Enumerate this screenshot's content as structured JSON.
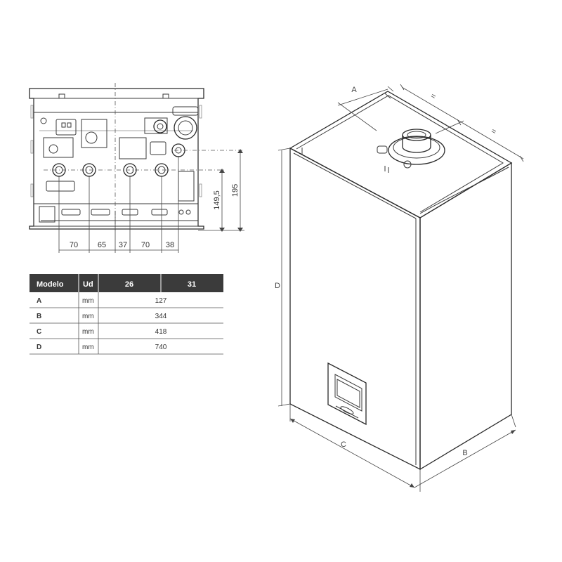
{
  "front_view": {
    "horizontal_dims": [
      "70",
      "65",
      "37",
      "70",
      "38"
    ],
    "vertical_dims": [
      "149,5",
      "195"
    ]
  },
  "table": {
    "headers": [
      "Modelo",
      "Ud",
      "26",
      "31"
    ],
    "rows": [
      {
        "model": "A",
        "unit": "mm",
        "value": "127"
      },
      {
        "model": "B",
        "unit": "mm",
        "value": "344"
      },
      {
        "model": "C",
        "unit": "mm",
        "value": "418"
      },
      {
        "model": "D",
        "unit": "mm",
        "value": "740"
      }
    ]
  },
  "boiler": {
    "dim_labels": [
      "A",
      "=",
      "=",
      "B",
      "C",
      "D"
    ],
    "colors": {
      "table_header": "#3b3b3b",
      "line": "#333333"
    }
  }
}
